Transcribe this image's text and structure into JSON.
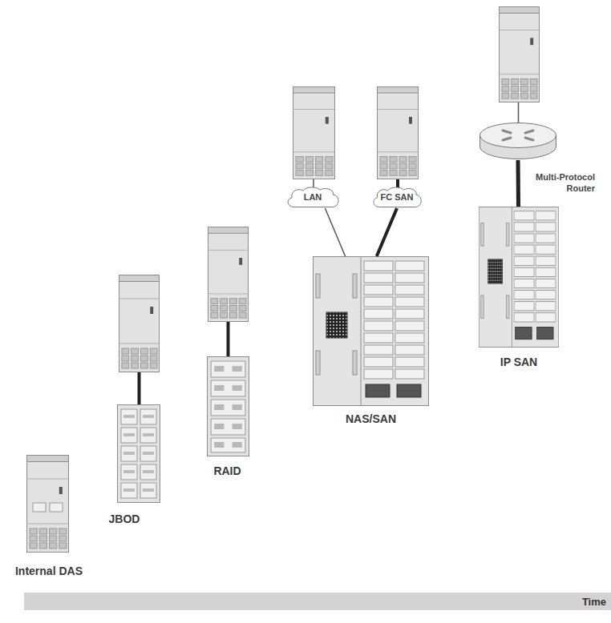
{
  "diagram": {
    "nodes": [
      {
        "text": [
          "Internal DAS"
        ]
      },
      {
        "text": [
          "JBOD"
        ]
      },
      {
        "text": [
          "RAID"
        ]
      },
      {
        "text": [
          "LAN"
        ]
      },
      {
        "text": [
          "FC SAN"
        ]
      },
      {
        "text": [
          "NAS/SAN"
        ]
      },
      {
        "text": [
          "Multi-Protocol Router"
        ]
      },
      {
        "text": [
          "IP SAN"
        ]
      },
      {
        "text": [
          "Time"
        ]
      }
    ],
    "edges": [
      {
        "from": 3,
        "to": 5,
        "arrow": "none"
      },
      {
        "from": 4,
        "to": 5,
        "arrow": "none"
      },
      {
        "from": 6,
        "to": 7,
        "arrow": "none"
      }
    ]
  }
}
